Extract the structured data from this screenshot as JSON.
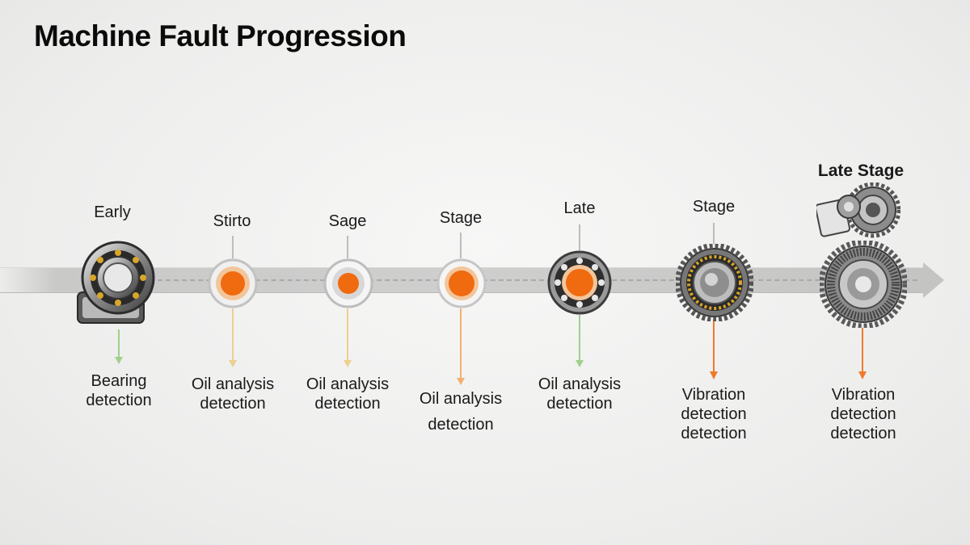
{
  "title": "Machine Fault Progression",
  "stages": [
    {
      "top": "Early",
      "bottom": [
        "Bearing",
        "detection"
      ]
    },
    {
      "top": "Stirto",
      "bottom": [
        "Oil analysis",
        "detection"
      ]
    },
    {
      "top": "Sage",
      "bottom": [
        "Oil analysis",
        "detection"
      ]
    },
    {
      "top": "Stage",
      "bottom": [
        "Oil analysis",
        "detection"
      ]
    },
    {
      "top": "Late",
      "bottom": [
        "Oil analysis",
        "detection"
      ]
    },
    {
      "top": "Stage",
      "bottom": [
        "Vibration",
        "detection",
        "detection"
      ]
    },
    {
      "top": "Late Stage",
      "bottom": [
        "Vibration",
        "detection",
        "detection"
      ]
    }
  ],
  "colors": {
    "orange": "#f06a10",
    "green_arrow": "#9fd08a",
    "yellow_arrow": "#ecd08e",
    "orange_arrow": "#f08a3a",
    "track": "#c9c9c8"
  }
}
